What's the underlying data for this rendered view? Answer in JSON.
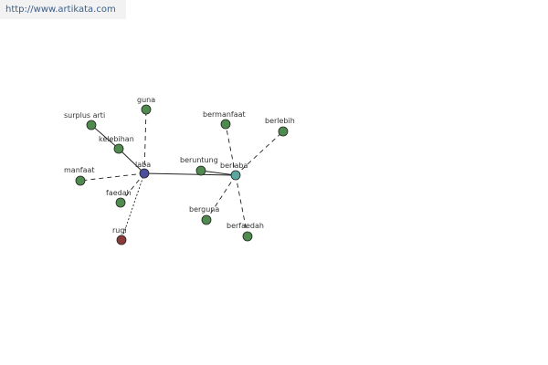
{
  "source_url": "http://www.artikata.com",
  "colors": {
    "banner_text": "#3a5f8a",
    "edge": "#222222",
    "node_stroke": "#222222",
    "synonym_node": "#4f8a4f",
    "root_node": "#4b4f9c",
    "center_node": "#5aa9a0",
    "antonym_node": "#8b3a3a"
  },
  "graph": {
    "nodes": [
      {
        "id": "laba",
        "label": "laba",
        "kind": "root"
      },
      {
        "id": "berlaba",
        "label": "berlaba",
        "kind": "center"
      },
      {
        "id": "guna",
        "label": "guna",
        "kind": "synonym"
      },
      {
        "id": "surplus-arti",
        "label": "surplus arti",
        "kind": "synonym"
      },
      {
        "id": "kelebihan",
        "label": "kelebihan",
        "kind": "synonym"
      },
      {
        "id": "manfaat",
        "label": "manfaat",
        "kind": "synonym"
      },
      {
        "id": "faedah",
        "label": "faedah",
        "kind": "synonym"
      },
      {
        "id": "rugi",
        "label": "rugi",
        "kind": "antonym"
      },
      {
        "id": "bermanfaat",
        "label": "bermanfaat",
        "kind": "synonym"
      },
      {
        "id": "berlebih",
        "label": "berlebih",
        "kind": "synonym"
      },
      {
        "id": "beruntung",
        "label": "beruntung",
        "kind": "synonym"
      },
      {
        "id": "berguna",
        "label": "berguna",
        "kind": "synonym"
      },
      {
        "id": "berfaedah",
        "label": "berfaedah",
        "kind": "synonym"
      }
    ],
    "edges": [
      {
        "from": "laba",
        "to": "berlaba",
        "style": "solid"
      },
      {
        "from": "laba",
        "to": "guna",
        "style": "dashed"
      },
      {
        "from": "laba",
        "to": "kelebihan",
        "style": "solid"
      },
      {
        "from": "kelebihan",
        "to": "surplus-arti",
        "style": "solid"
      },
      {
        "from": "laba",
        "to": "manfaat",
        "style": "dashed"
      },
      {
        "from": "laba",
        "to": "faedah",
        "style": "dashed"
      },
      {
        "from": "laba",
        "to": "rugi",
        "style": "dotted"
      },
      {
        "from": "berlaba",
        "to": "bermanfaat",
        "style": "dashed"
      },
      {
        "from": "berlaba",
        "to": "berlebih",
        "style": "dashed"
      },
      {
        "from": "berlaba",
        "to": "beruntung",
        "style": "solid"
      },
      {
        "from": "berlaba",
        "to": "berguna",
        "style": "dashed"
      },
      {
        "from": "berlaba",
        "to": "berfaedah",
        "style": "dashed"
      }
    ]
  }
}
